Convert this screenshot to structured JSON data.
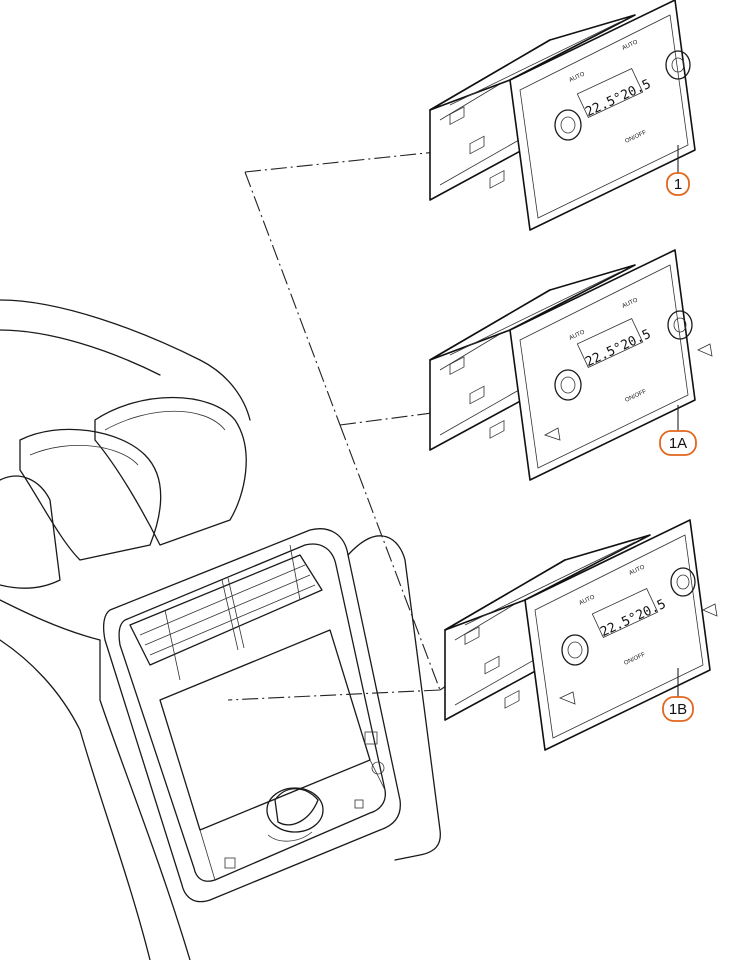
{
  "parts": [
    {
      "callout": "1",
      "display": "22.5°20.5",
      "auto_left": "AUTO",
      "auto_right": "AUTO",
      "onoff": "ON/OFF"
    },
    {
      "callout": "1A",
      "display": "22.5°20.5",
      "auto_left": "AUTO",
      "auto_right": "AUTO",
      "onoff": "ON/OFF"
    },
    {
      "callout": "1B",
      "display": "22.5°20.5",
      "auto_left": "AUTO",
      "auto_right": "AUTO",
      "onoff": "ON/OFF"
    }
  ],
  "colors": {
    "callout_border": "#e2661d",
    "line": "#1a1a1a",
    "background": "#ffffff"
  }
}
